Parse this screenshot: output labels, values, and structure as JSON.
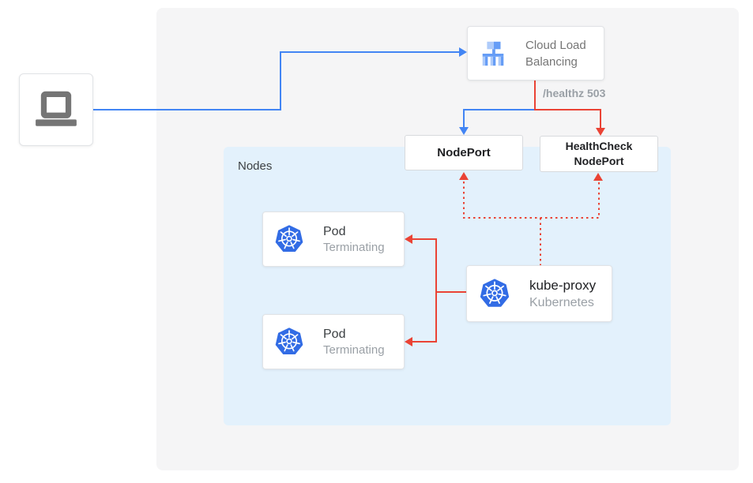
{
  "colors": {
    "blue": "#4285f4",
    "red": "#ea4335",
    "kubernetes_blue": "#326ce5",
    "icon_gray": "#757575",
    "panel_gray": "#f5f5f6",
    "panel_blue": "#e3f1fc",
    "lb_light": "#aecbfa",
    "lb_mid": "#669df6"
  },
  "panels": {
    "nodes": {
      "label": "Nodes"
    }
  },
  "nodes": {
    "client": {
      "icon": "laptop-icon"
    },
    "load_balancer": {
      "label": "Cloud Load Balancing",
      "icon": "cloud-load-balancing-icon"
    },
    "nodeport": {
      "label": "NodePort"
    },
    "healthcheck_nodeport": {
      "label": "HealthCheck NodePort"
    },
    "pod_top": {
      "title": "Pod",
      "status": "Terminating",
      "icon": "kubernetes-icon"
    },
    "pod_bottom": {
      "title": "Pod",
      "status": "Terminating",
      "icon": "kubernetes-icon"
    },
    "kube_proxy": {
      "title": "kube-proxy",
      "subtitle": "Kubernetes",
      "icon": "kubernetes-icon"
    }
  },
  "edges": {
    "healthz_label": "/healthz 503"
  }
}
